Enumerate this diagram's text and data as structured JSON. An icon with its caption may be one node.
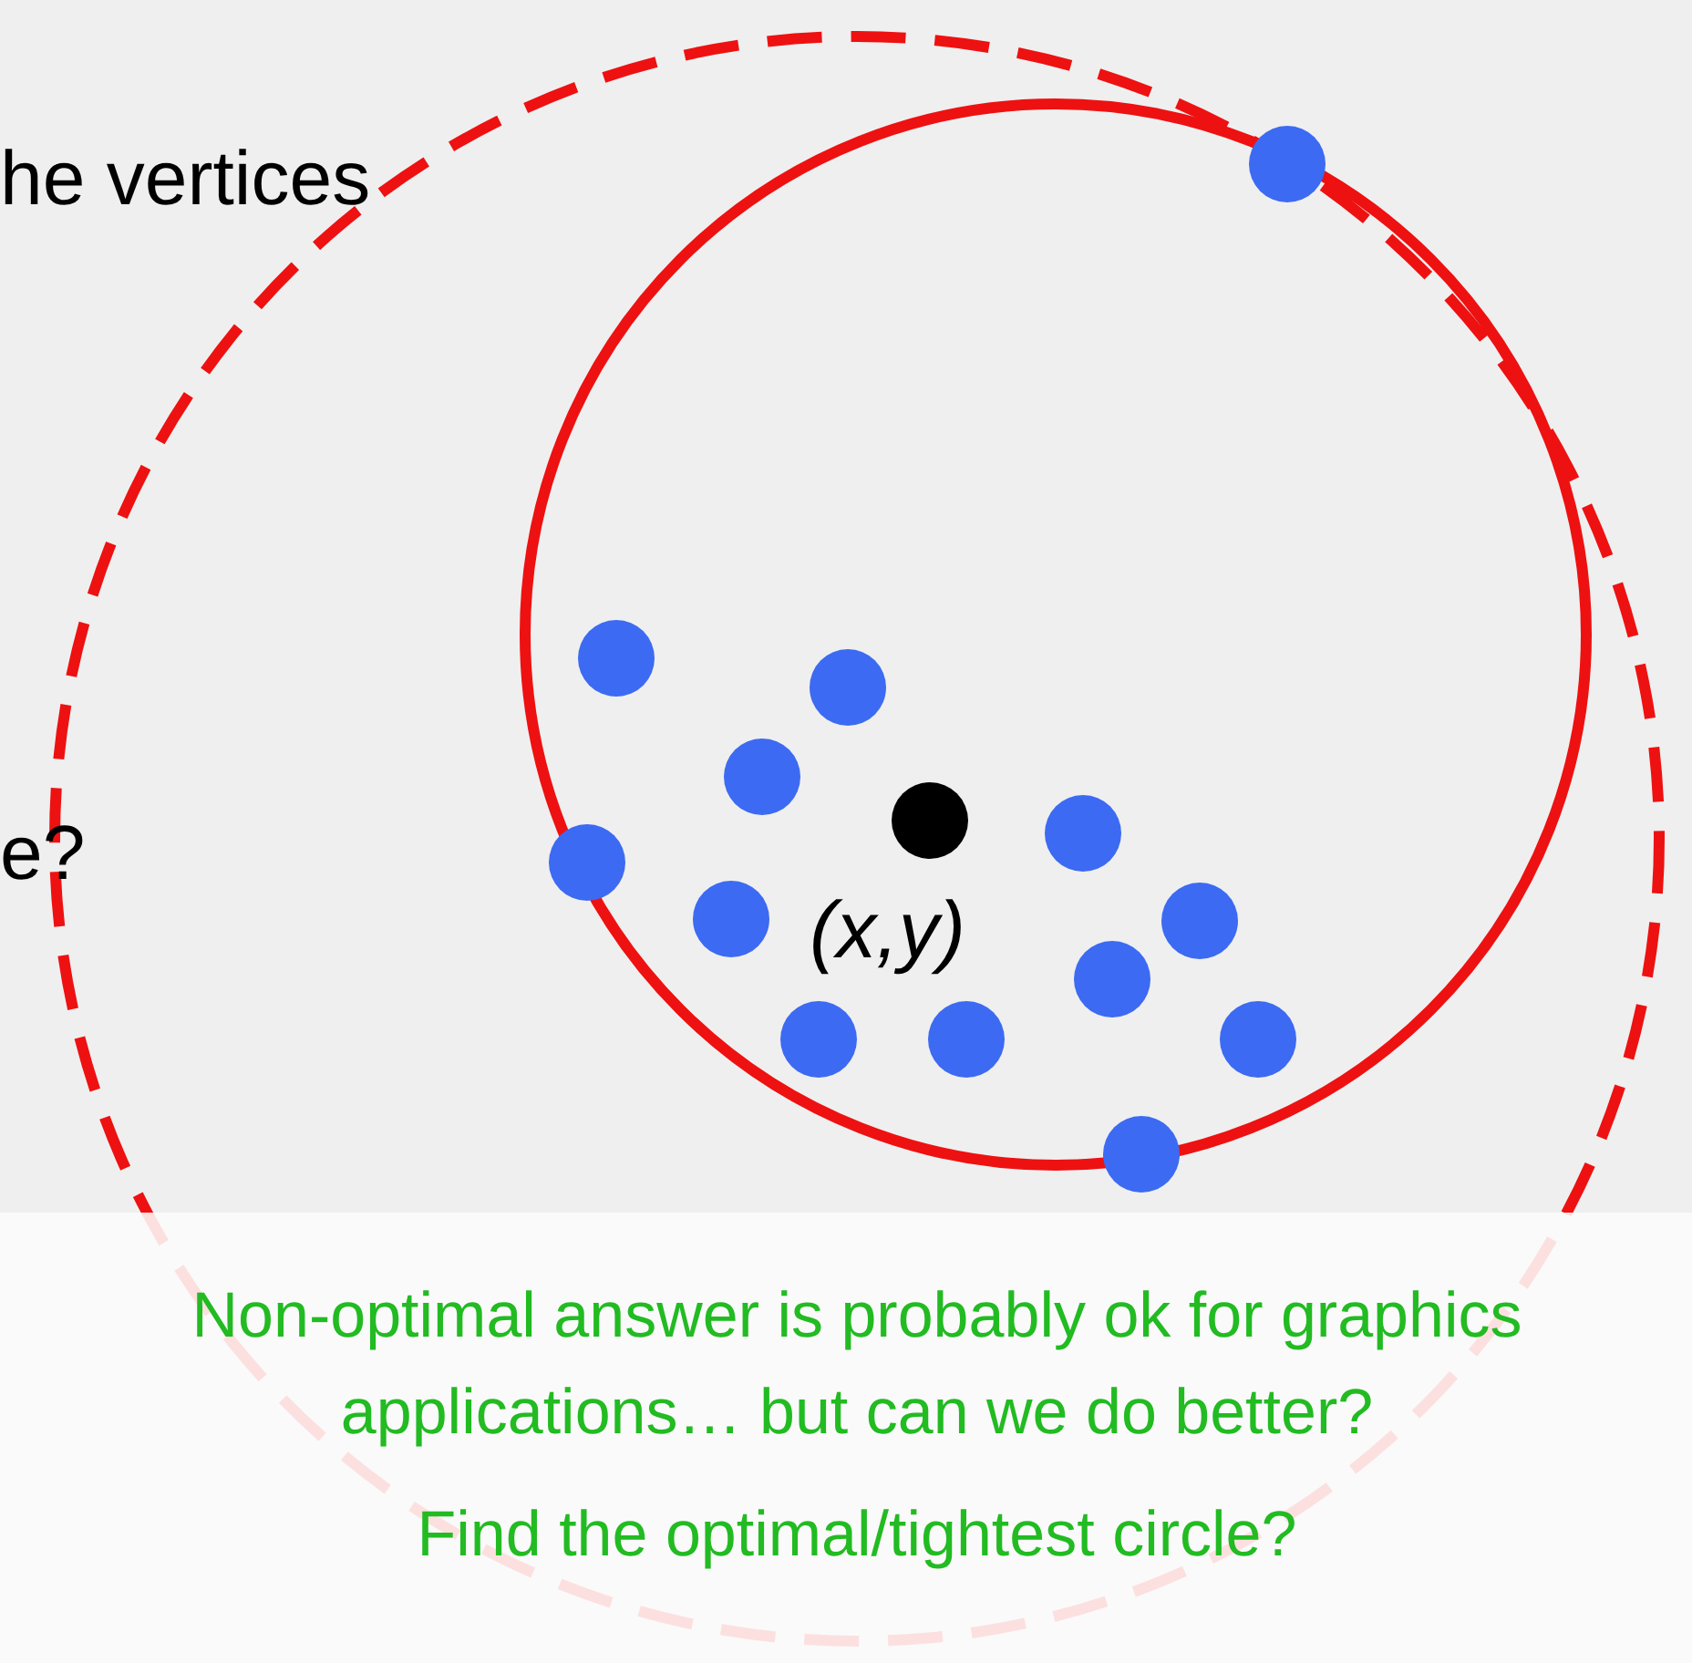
{
  "diagram": {
    "labels": [
      "he vertices",
      "e?",
      "(x,y)",
      "Non-optimal answer is probably ok for graphics applications… but can we do better?",
      "Find the optimal/tightest circle?"
    ]
  }
}
